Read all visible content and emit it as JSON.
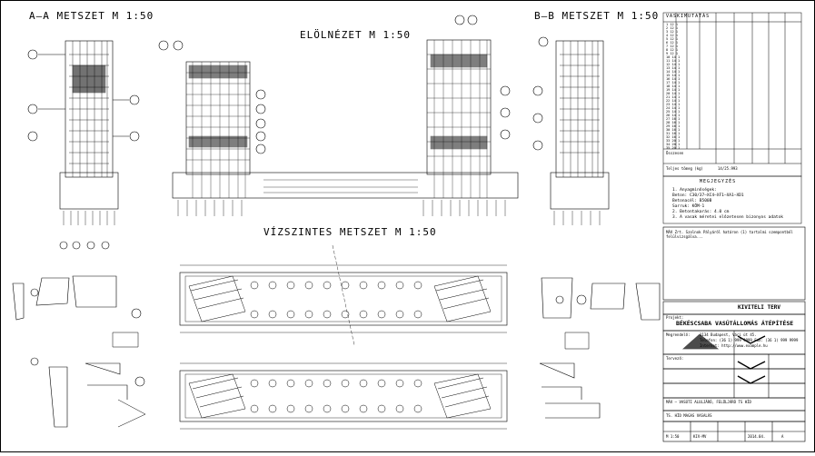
{
  "titles": {
    "section_aa": "A–A METSZET M 1:50",
    "elevation": "ELÖLNÉZET M 1:50",
    "section_bb": "B–B METSZET M 1:50",
    "plan": "VÍZSZINTES METSZET M 1:50"
  },
  "schedule": {
    "title": "VASKIMUTATÁS",
    "rows": [
      "1  12  1",
      "2  12  1",
      "3  12  1",
      "4  12  1",
      "5  12  1",
      "6  12  1",
      "7  12  1",
      "8  12  1",
      "9  12  1",
      "10 14  1",
      "11 14  1",
      "12 14  1",
      "13 14  1",
      "14 14  1",
      "15 14  1",
      "16 14  1",
      "17 14  1",
      "18 14  1",
      "19 14  1",
      "20 14  1",
      "21 14  1",
      "22 14  1",
      "23 14  1",
      "24 14  1",
      "25 14  1",
      "26 14  1",
      "27 16  1",
      "28 16  1",
      "29 16  1",
      "30 16  1",
      "31 16  1",
      "32 16  1",
      "33 20  1",
      "34 20  1",
      "35 20  1"
    ],
    "total_label": "Összesen",
    "weight_label": "Teljes tömeg (kg)",
    "weight_value": "14/25.993"
  },
  "notes": {
    "title": "MEGJEGYZÉS",
    "lines": [
      "1. Anyagminőségek:",
      "Beton:  C30/37–XC4–XF1–XA1–XD1",
      "Betonacél:  B500B",
      "Sarruk:  KÖM-1",
      "2. Betontakarás:  4.0 cm",
      "3. A vasak méretei előzetesen bizonyos adatok"
    ]
  },
  "titleblock": {
    "stamp_text": "MÁV Zrt. Szolnok Pályáról határon (1) tartalmi szempontból felülvizsgálva...",
    "status": "KIVITELI TERV",
    "project_label": "Projekt:",
    "project": "BÉKÉSCSABA VASÚTÁLLOMÁS ÁTÉPÍTÉSE",
    "client_label": "Megrendelő:",
    "client_lines": [
      "1134 Budapest, Váci út 45.",
      "Telefon: (36 1) 999 9999  Fax: (36 1) 999 9999",
      "Internet: http://www.example.hu"
    ],
    "designer_label": "Tervező:",
    "drawing_title": "MÁV – VASÚTI ALULJÁRÓ, FELÜLJÁRÓ TS HÍD",
    "drawing_subtitle": "TS. HÍD MAGAS VASALÁS",
    "scale_label": "M 1:50",
    "sheet_no": "KIV-MV",
    "date": "2014.04.",
    "rev": "A"
  }
}
